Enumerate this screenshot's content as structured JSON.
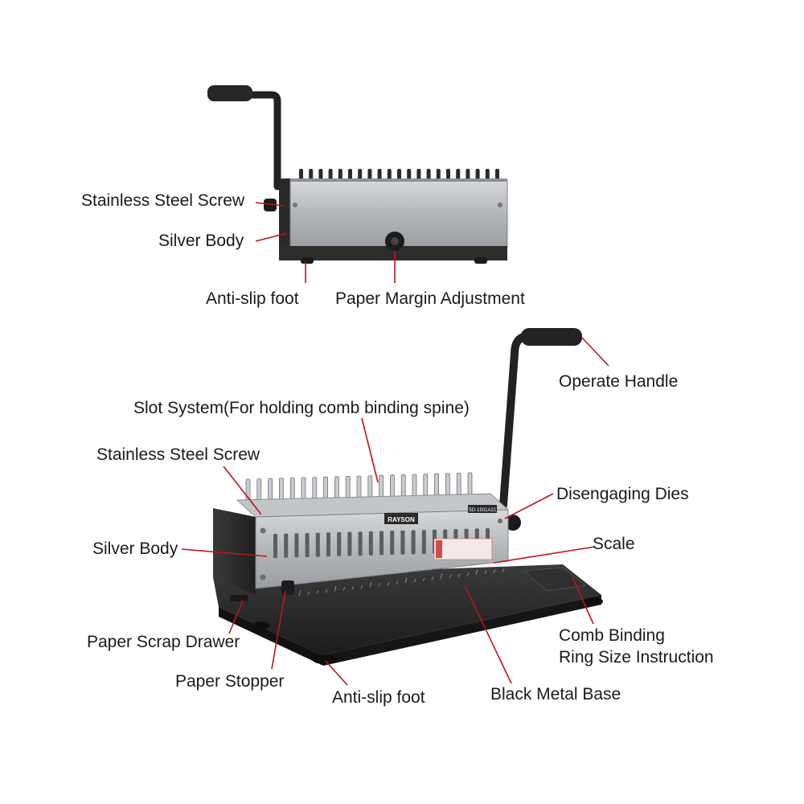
{
  "top_view": {
    "labels": {
      "screw": "Stainless Steel Screw",
      "body": "Silver Body",
      "foot": "Anti-slip foot",
      "margin": "Paper Margin Adjustment"
    }
  },
  "bottom_view": {
    "brand": "RAYSON",
    "model": "SD-1501A21",
    "labels": {
      "handle": "Operate Handle",
      "slot": "Slot System(For holding comb binding spine)",
      "screw": "Stainless Steel Screw",
      "dies": "Disengaging Dies",
      "body": "Silver Body",
      "scale": "Scale",
      "drawer": "Paper Scrap Drawer",
      "ring_line1": "Comb Binding",
      "ring_line2": "Ring Size Instruction",
      "stopper": "Paper Stopper",
      "foot": "Anti-slip foot",
      "base": "Black Metal Base"
    }
  },
  "colors": {
    "callout": "#c0141a",
    "silver": "#b9bcbf",
    "black": "#2b2b2b"
  }
}
